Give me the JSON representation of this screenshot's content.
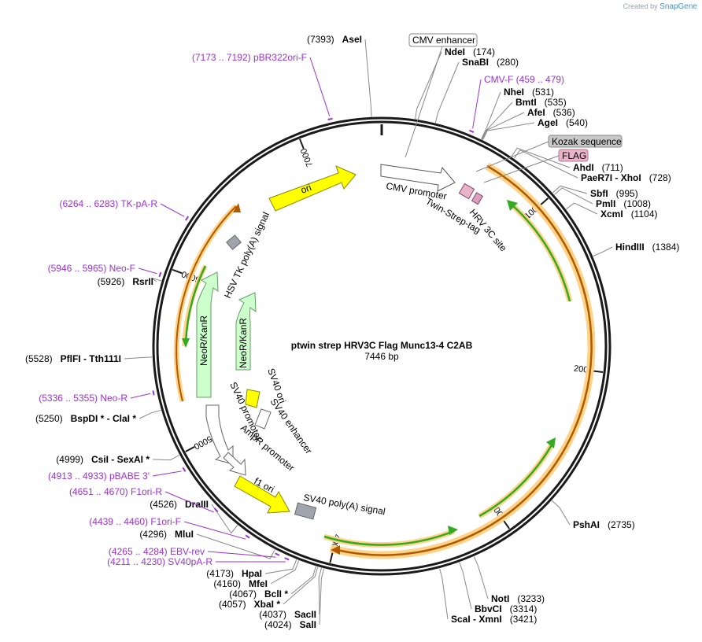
{
  "credit": {
    "prefix": "Created by",
    "brand": "SnapGene"
  },
  "map": {
    "name": "ptwin strep HRV3C Flag Munc13-4 C2AB",
    "size_label": "7446 bp",
    "total_bp": 7446
  },
  "ticks": [
    {
      "bp": 1000,
      "label": "1000"
    },
    {
      "bp": 2000,
      "label": "2000"
    },
    {
      "bp": 3000,
      "label": "3000"
    },
    {
      "bp": 4000,
      "label": "4000"
    },
    {
      "bp": 5000,
      "label": "5000"
    },
    {
      "bp": 6000,
      "label": "6000"
    },
    {
      "bp": 7000,
      "label": "7000"
    }
  ],
  "enzymes": [
    {
      "name": "AseI",
      "pos": "(7393)",
      "bp": 7393,
      "side": "left"
    },
    {
      "name": "NdeI",
      "pos": "(174)",
      "bp": 174,
      "side": "right"
    },
    {
      "name": "SnaBI",
      "pos": "(280)",
      "bp": 280,
      "side": "right"
    },
    {
      "name": "NheI",
      "pos": "(531)",
      "bp": 531,
      "side": "right"
    },
    {
      "name": "BmtI",
      "pos": "(535)",
      "bp": 535,
      "side": "right"
    },
    {
      "name": "AfeI",
      "pos": "(536)",
      "bp": 536,
      "side": "right"
    },
    {
      "name": "AgeI",
      "pos": "(540)",
      "bp": 540,
      "side": "right"
    },
    {
      "name": "AhdI",
      "pos": "(711)",
      "bp": 711,
      "side": "right"
    },
    {
      "name": "PaeR7I  - XhoI",
      "pos": "(728)",
      "bp": 728,
      "side": "right"
    },
    {
      "name": "SbfI",
      "pos": "(995)",
      "bp": 995,
      "side": "right"
    },
    {
      "name": "PmlI",
      "pos": "(1008)",
      "bp": 1008,
      "side": "right"
    },
    {
      "name": "XcmI",
      "pos": "(1104)",
      "bp": 1104,
      "side": "right"
    },
    {
      "name": "HindIII",
      "pos": "(1384)",
      "bp": 1384,
      "side": "right"
    },
    {
      "name": "PshAI",
      "pos": "(2735)",
      "bp": 2735,
      "side": "right"
    },
    {
      "name": "NotI",
      "pos": "(3233)",
      "bp": 3233,
      "side": "right"
    },
    {
      "name": "BbvCI",
      "pos": "(3314)",
      "bp": 3314,
      "side": "right"
    },
    {
      "name": "ScaI  - XmnI",
      "pos": "(3421)",
      "bp": 3421,
      "side": "right"
    },
    {
      "name": "SalI",
      "pos": "(4024)",
      "bp": 4024,
      "side": "left"
    },
    {
      "name": "SacII",
      "pos": "(4037)",
      "bp": 4037,
      "side": "left"
    },
    {
      "name": "XbaI *",
      "pos": "(4057)",
      "bp": 4057,
      "side": "left"
    },
    {
      "name": "BclI *",
      "pos": "(4067)",
      "bp": 4067,
      "side": "left"
    },
    {
      "name": "MfeI",
      "pos": "(4160)",
      "bp": 4160,
      "side": "left"
    },
    {
      "name": "HpaI",
      "pos": "(4173)",
      "bp": 4173,
      "side": "left"
    },
    {
      "name": "MluI",
      "pos": "(4296)",
      "bp": 4296,
      "side": "left"
    },
    {
      "name": "DraIII",
      "pos": "(4526)",
      "bp": 4526,
      "side": "left"
    },
    {
      "name": "CsiI  - SexAI *",
      "pos": "(4999)",
      "bp": 4999,
      "side": "left"
    },
    {
      "name": "BspDI *  - ClaI *",
      "pos": "(5250)",
      "bp": 5250,
      "side": "left"
    },
    {
      "name": "PflFI  - Tth111I",
      "pos": "(5528)",
      "bp": 5528,
      "side": "left"
    },
    {
      "name": "RsrII",
      "pos": "(5926)",
      "bp": 5926,
      "side": "left"
    }
  ],
  "primers": [
    {
      "label": "(7173 .. 7192)  pBR322ori-F",
      "bp": 7182
    },
    {
      "label": "CMV-F   (459 .. 479)",
      "bp": 469
    },
    {
      "label": "(6264 .. 6283)  TK-pA-R",
      "bp": 6273
    },
    {
      "label": "(5946 .. 5965)  Neo-F",
      "bp": 5955
    },
    {
      "label": "(5336 .. 5355)  Neo-R",
      "bp": 5345
    },
    {
      "label": "(4913 .. 4933)  pBABE 3'",
      "bp": 4923
    },
    {
      "label": "(4651 .. 4670)  F1ori-R",
      "bp": 4660
    },
    {
      "label": "(4439 .. 4460)  F1ori-F",
      "bp": 4450
    },
    {
      "label": "(4265 .. 4284)  EBV-rev",
      "bp": 4274
    },
    {
      "label": "(4211 .. 4230)  SV40pA-R",
      "bp": 4220
    }
  ],
  "boxed_features": [
    {
      "label": "CMV enhancer",
      "bg": "#ffffff",
      "border": "#888888"
    },
    {
      "label": "Kozak sequence",
      "bg": "#c8c8c8",
      "border": "#888888"
    },
    {
      "label": "FLAG",
      "bg": "#e8b4c8",
      "border": "#b07890"
    }
  ],
  "features": [
    {
      "label": "CMV promoter"
    },
    {
      "label": "Twin-Strep-tag"
    },
    {
      "label": "HRV 3C site"
    },
    {
      "label": "ori"
    },
    {
      "label": "HSV TK poly(A) signal"
    },
    {
      "label": "NeoR/KanR"
    },
    {
      "label": "NeoR/KanR"
    },
    {
      "label": "SV40 ori"
    },
    {
      "label": "SV40 enhancer"
    },
    {
      "label": "SV40 promoter"
    },
    {
      "label": "AmpR promoter"
    },
    {
      "label": "f1 ori"
    },
    {
      "label": "SV40 poly(A) signal"
    }
  ],
  "colors": {
    "backbone": "#1a1a1a",
    "orf_fill": "#ffd48a",
    "orf_stroke": "#e0a030",
    "orf_arrow": "#b05a00",
    "green_arrow": "#33aa22",
    "ori_fill": "#ffff00",
    "neo_fill": "#ccffcc",
    "primer": "#9933cc",
    "leader": "#888888"
  }
}
